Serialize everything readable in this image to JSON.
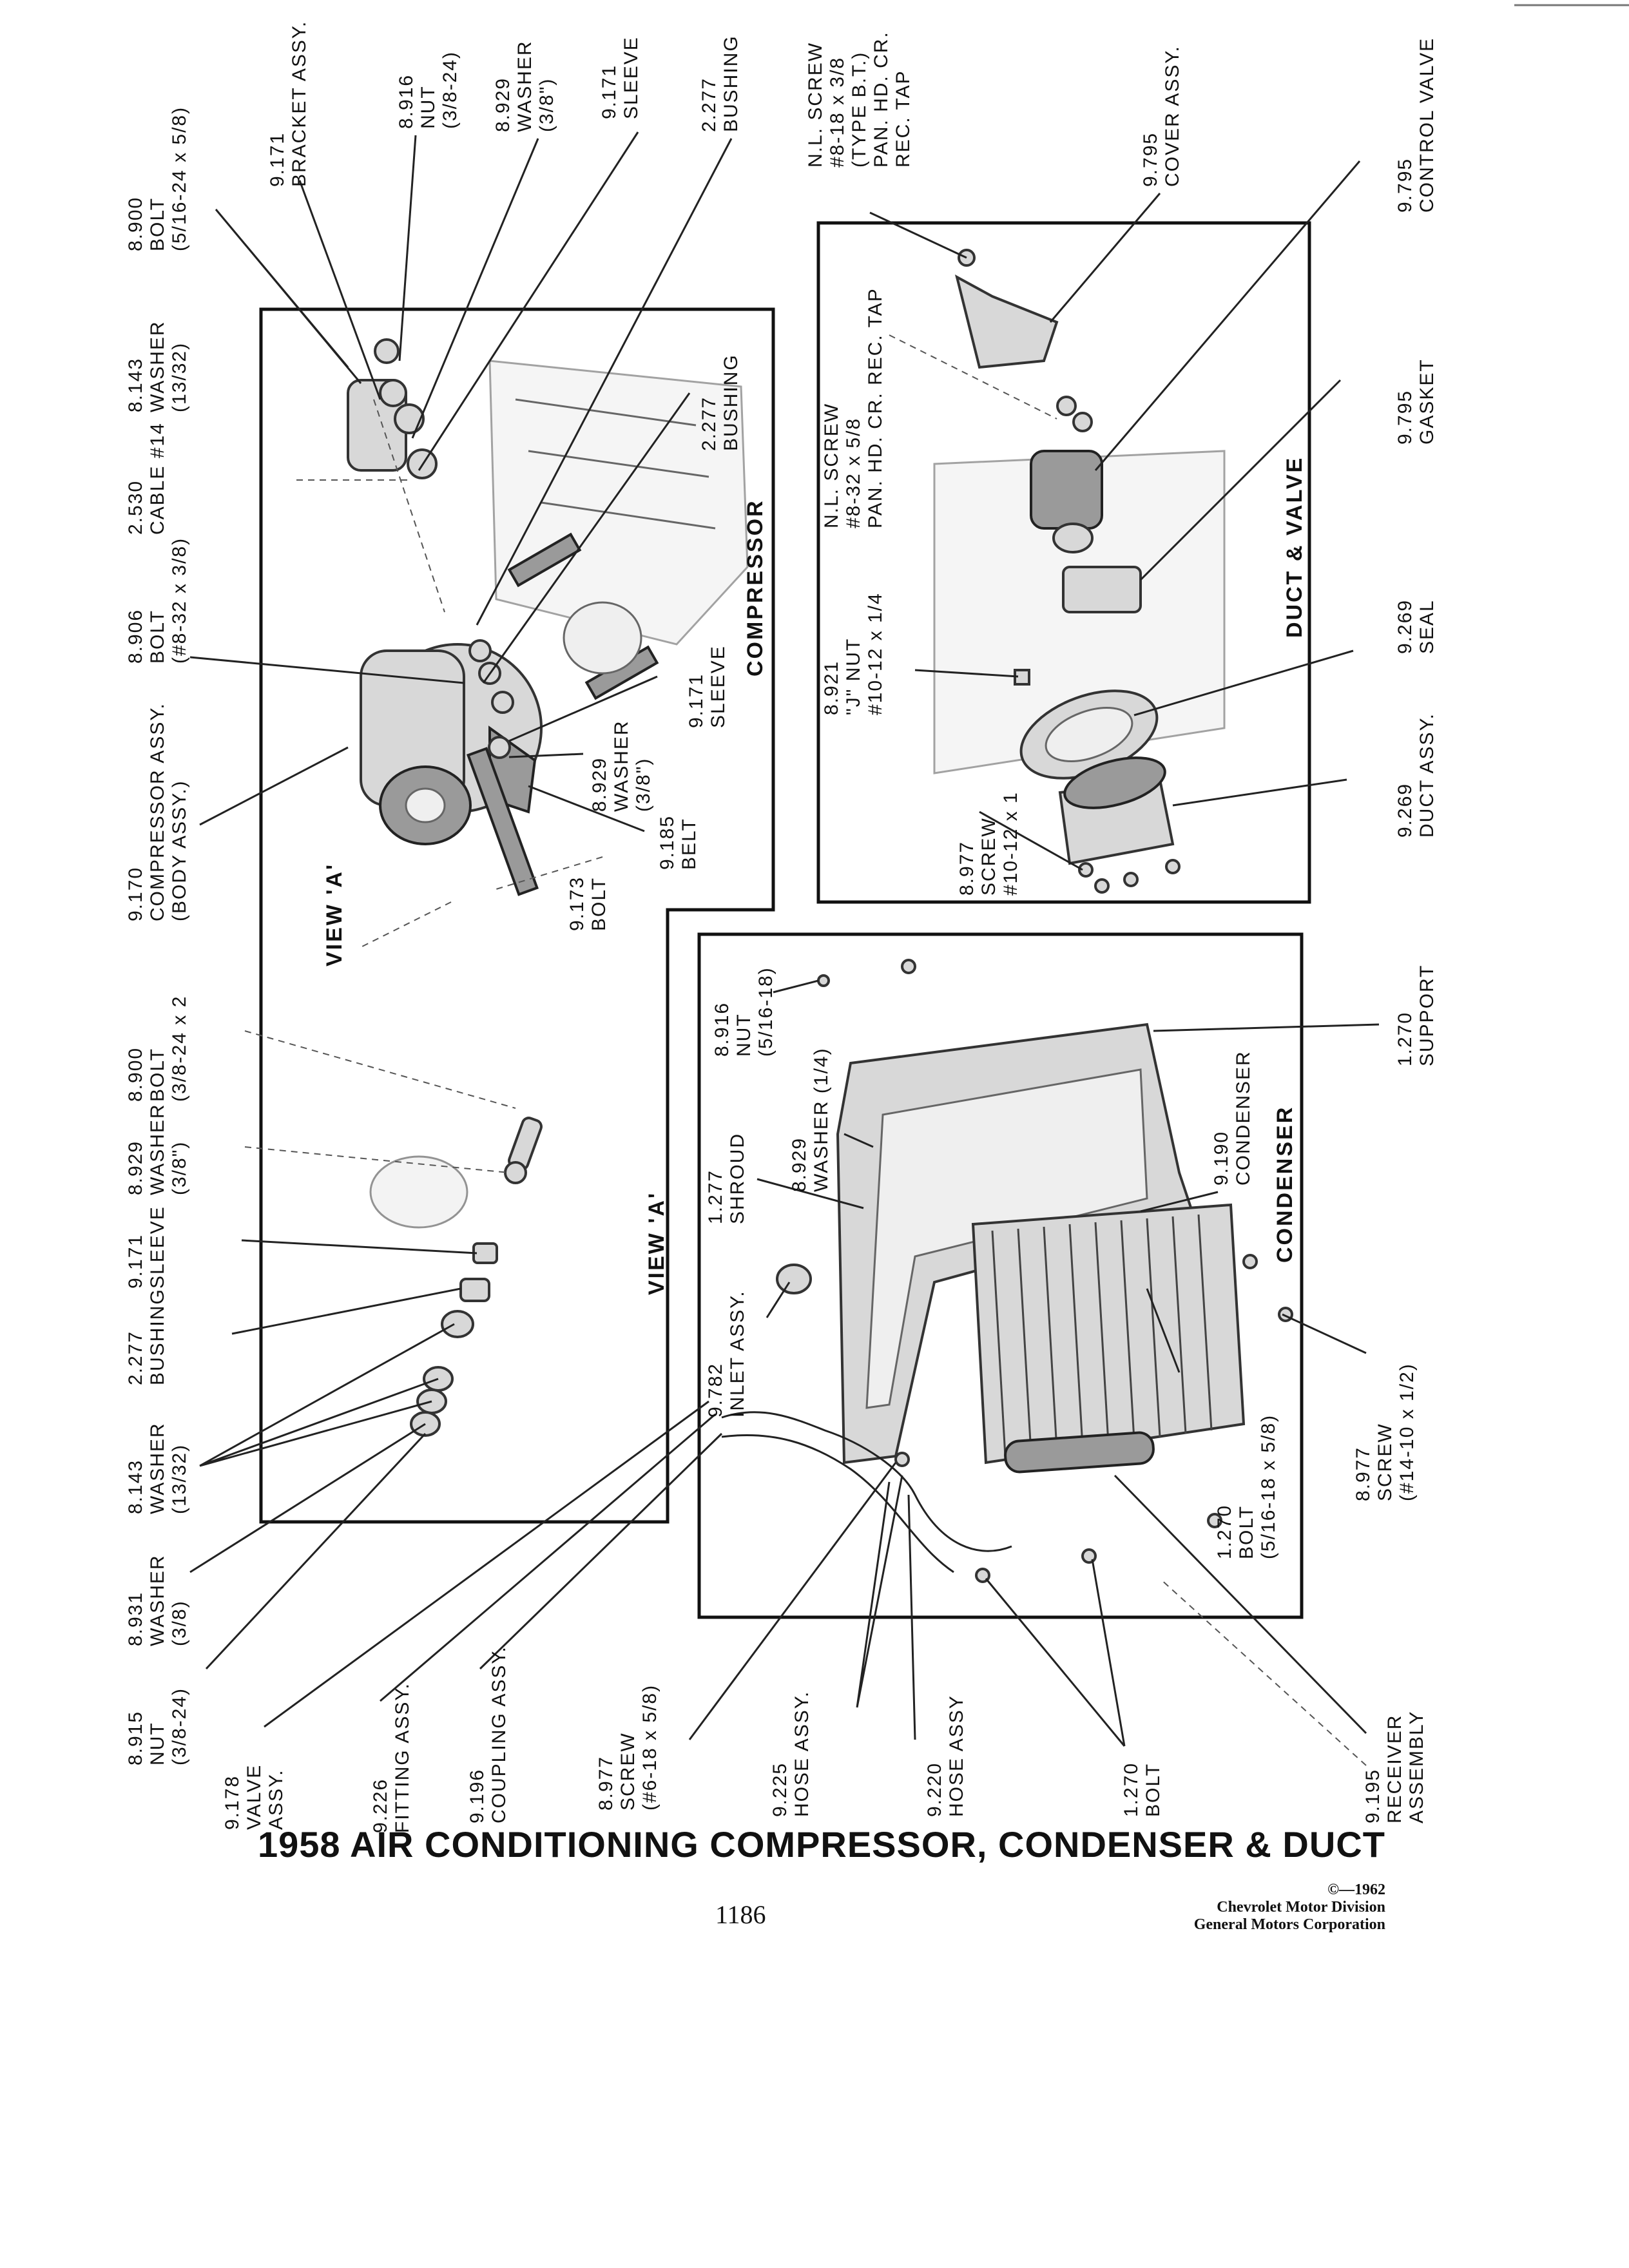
{
  "title": "1958 AIR CONDITIONING COMPRESSOR, CONDENSER & DUCT",
  "page_number": "1186",
  "copyright": {
    "year": "©—1962",
    "line1": "Chevrolet Motor Division",
    "line2": "General Motors Corporation"
  },
  "sections": {
    "compressor": "COMPRESSOR",
    "view_a_upper": "VIEW 'A'",
    "view_a_lower": "VIEW 'A'",
    "duct_valve": "DUCT & VALVE",
    "condenser": "CONDENSER"
  },
  "callouts": [
    {
      "id": "c1",
      "lines": [
        "8.900",
        "BOLT",
        "(5/16-24 x 5/8)"
      ]
    },
    {
      "id": "c2",
      "lines": [
        "9.171",
        "BRACKET ASSY."
      ]
    },
    {
      "id": "c3",
      "lines": [
        "8.916",
        "NUT",
        "(3/8-24)"
      ]
    },
    {
      "id": "c4",
      "lines": [
        "8.929",
        "WASHER",
        "(3/8\")"
      ]
    },
    {
      "id": "c5",
      "lines": [
        "9.171",
        "SLEEVE"
      ]
    },
    {
      "id": "c6",
      "lines": [
        "2.277",
        "BUSHING"
      ]
    },
    {
      "id": "c7",
      "lines": [
        "8.143",
        "WASHER",
        "(13/32)"
      ]
    },
    {
      "id": "c8",
      "lines": [
        "2.530",
        "CABLE #14"
      ]
    },
    {
      "id": "c9",
      "lines": [
        "8.906",
        "BOLT",
        "(#8-32 x 3/8)"
      ]
    },
    {
      "id": "c10",
      "lines": [
        "9.170",
        "COMPRESSOR ASSY.",
        "(BODY ASSY.)"
      ]
    },
    {
      "id": "c11",
      "lines": [
        "2.277",
        "BUSHING"
      ]
    },
    {
      "id": "c12",
      "lines": [
        "9.171",
        "SLEEVE"
      ]
    },
    {
      "id": "c13",
      "lines": [
        "8.929",
        "WASHER",
        "(3/8\")"
      ]
    },
    {
      "id": "c14",
      "lines": [
        "9.185",
        "BELT"
      ]
    },
    {
      "id": "c15",
      "lines": [
        "9.173",
        "BOLT"
      ]
    },
    {
      "id": "c16",
      "lines": [
        "N.L. SCREW",
        "#8-18 x 3/8",
        "(TYPE B.T.)",
        "PAN. HD. CR.",
        "REC. TAP"
      ]
    },
    {
      "id": "c17",
      "lines": [
        "9.795",
        "COVER ASSY."
      ]
    },
    {
      "id": "c18",
      "lines": [
        "9.795",
        "CONTROL VALVE"
      ]
    },
    {
      "id": "c19",
      "lines": [
        "N.L. SCREW",
        "#8-32 x 5/8",
        "PAN. HD. CR. REC. TAP"
      ]
    },
    {
      "id": "c20",
      "lines": [
        "9.795",
        "GASKET"
      ]
    },
    {
      "id": "c21",
      "lines": [
        "8.921",
        "\"J\" NUT",
        "#10-12 x 1/4"
      ]
    },
    {
      "id": "c22",
      "lines": [
        "9.269",
        "SEAL"
      ]
    },
    {
      "id": "c23",
      "lines": [
        "8.977",
        "SCREW",
        "#10-12 x 1"
      ]
    },
    {
      "id": "c24",
      "lines": [
        "9.269",
        "DUCT ASSY."
      ]
    },
    {
      "id": "c25",
      "lines": [
        "8.900",
        "BOLT",
        "(3/8-24 x 2"
      ]
    },
    {
      "id": "c26",
      "lines": [
        "8.929",
        "WASHER",
        "(3/8\")"
      ]
    },
    {
      "id": "c27",
      "lines": [
        "9.171",
        "SLEEVE"
      ]
    },
    {
      "id": "c28",
      "lines": [
        "2.277",
        "BUSHING"
      ]
    },
    {
      "id": "c29",
      "lines": [
        "8.143",
        "WASHER",
        "(13/32)"
      ]
    },
    {
      "id": "c30",
      "lines": [
        "8.931",
        "WASHER",
        "(3/8)"
      ]
    },
    {
      "id": "c31",
      "lines": [
        "8.915",
        "NUT",
        "(3/8-24)"
      ]
    },
    {
      "id": "c32",
      "lines": [
        "8.916",
        "NUT",
        "(5/16-18)"
      ]
    },
    {
      "id": "c33",
      "lines": [
        "8.929",
        "WASHER (1/4)"
      ]
    },
    {
      "id": "c34",
      "lines": [
        "1.277",
        "SHROUD"
      ]
    },
    {
      "id": "c35",
      "lines": [
        "9.782",
        "INLET ASSY."
      ]
    },
    {
      "id": "c36",
      "lines": [
        "9.190",
        "CONDENSER"
      ]
    },
    {
      "id": "c37",
      "lines": [
        "1.270",
        "SUPPORT"
      ]
    },
    {
      "id": "c38",
      "lines": [
        "8.977",
        "SCREW",
        "(#14-10 x 1/2)"
      ]
    },
    {
      "id": "c39",
      "lines": [
        "1.270",
        "BOLT",
        "(5/16-18 x 5/8)"
      ]
    },
    {
      "id": "c40",
      "lines": [
        "9.178",
        "VALVE",
        "ASSY."
      ]
    },
    {
      "id": "c41",
      "lines": [
        "9.226",
        "FITTING ASSY."
      ]
    },
    {
      "id": "c42",
      "lines": [
        "9.196",
        "COUPLING ASSY."
      ]
    },
    {
      "id": "c43",
      "lines": [
        "8.977",
        "SCREW",
        "(#6-18 x 5/8)"
      ]
    },
    {
      "id": "c44",
      "lines": [
        "9.225",
        "HOSE ASSY."
      ]
    },
    {
      "id": "c45",
      "lines": [
        "9.220",
        "HOSE ASSY"
      ]
    },
    {
      "id": "c46",
      "lines": [
        "1.270",
        "BOLT"
      ]
    },
    {
      "id": "c47",
      "lines": [
        "9.195",
        "RECEIVER",
        "ASSEMBLY"
      ]
    }
  ]
}
